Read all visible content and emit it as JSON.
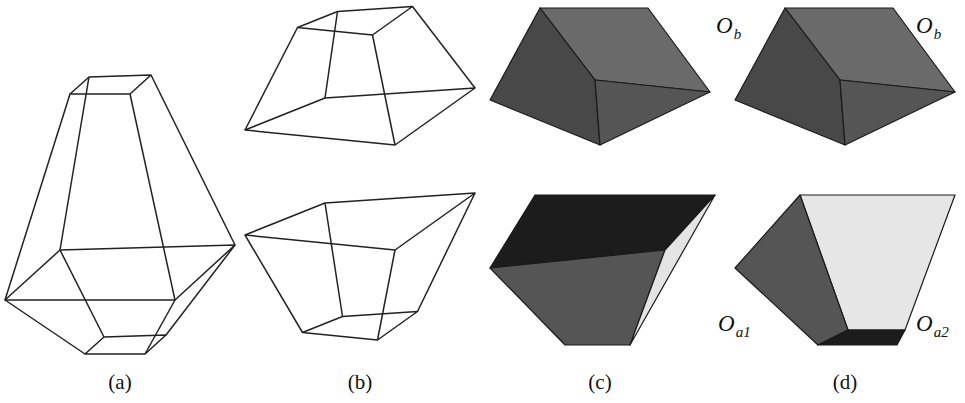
{
  "diagram": {
    "labels": [
      "(a)",
      "(b)",
      "(c)",
      "(d)",
      "O",
      "b",
      "O",
      "a1",
      "O",
      "b",
      "O",
      "a2"
    ]
  }
}
